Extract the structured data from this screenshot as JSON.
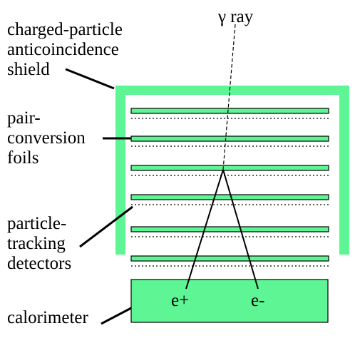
{
  "labels": {
    "gamma_ray": "γ ray",
    "shield": [
      "charged-particle",
      "anticoincidence",
      "shield"
    ],
    "foils": [
      "pair-",
      "conversion",
      "foils"
    ],
    "tracking": [
      "particle-",
      "tracking",
      "detectors"
    ],
    "calorimeter": "calorimeter",
    "electron_positive": "e+",
    "electron_negative": "e-"
  },
  "colors": {
    "detector_fill": "#5ef594",
    "outline": "#000000",
    "background": "#ffffff"
  }
}
